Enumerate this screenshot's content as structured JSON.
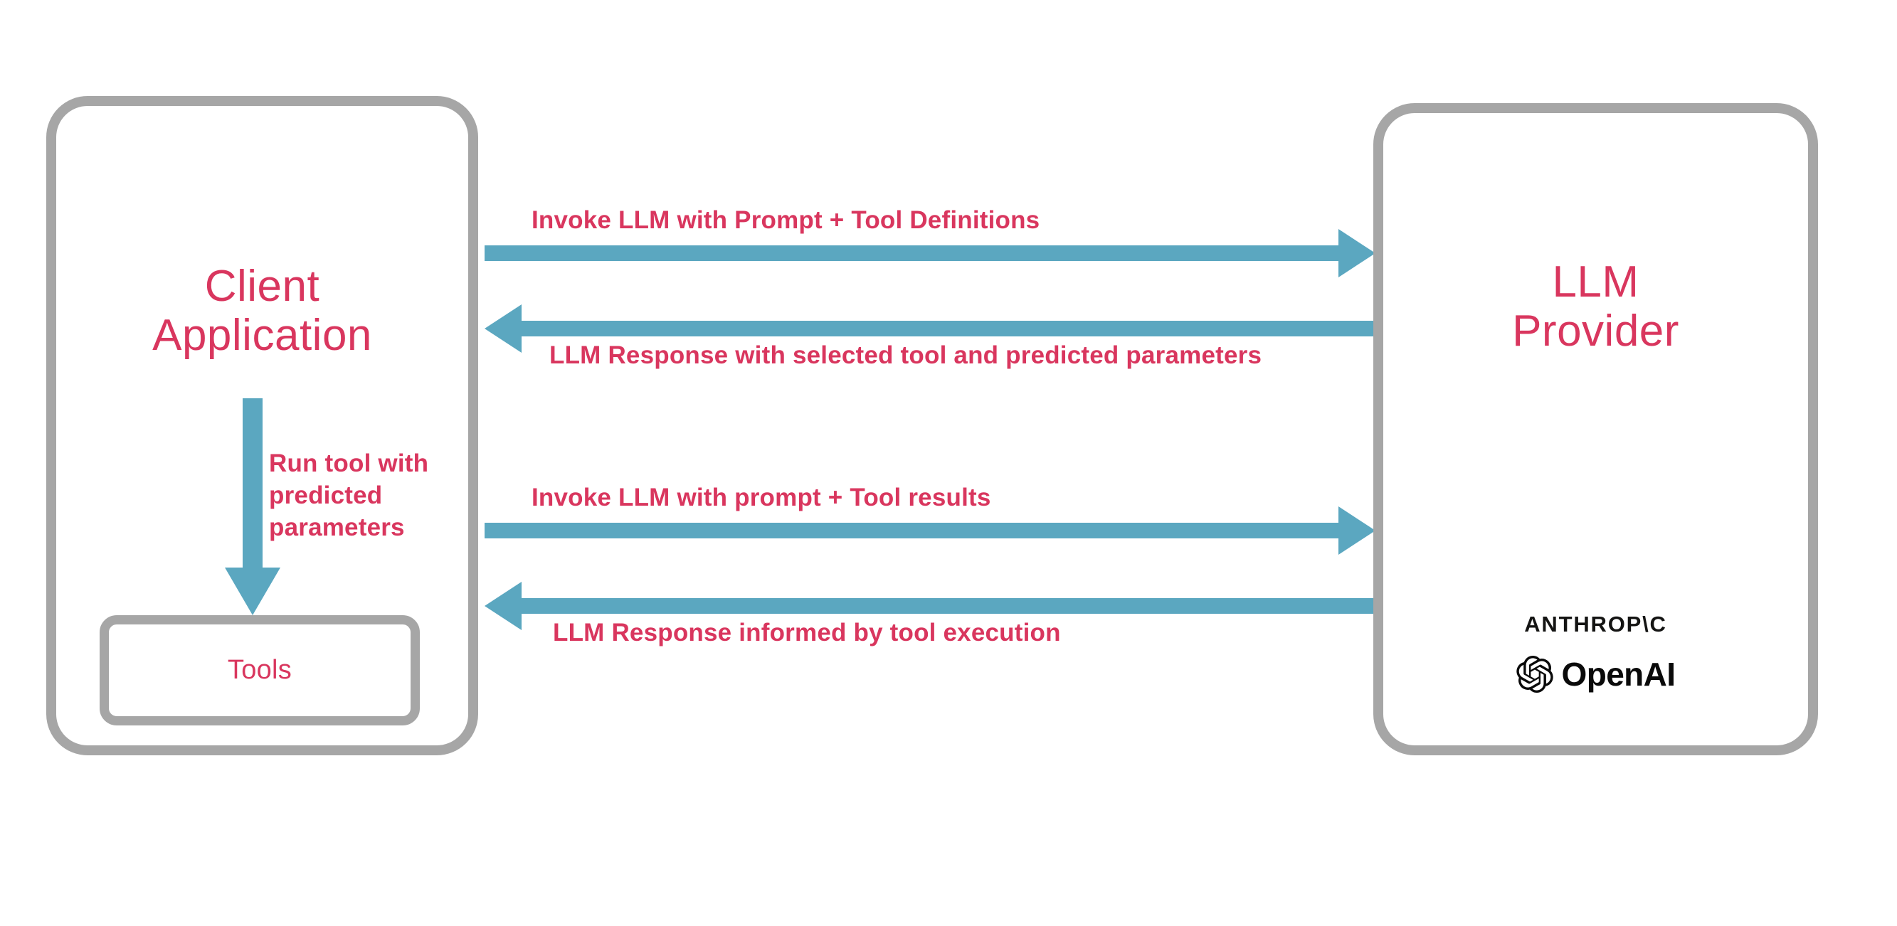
{
  "diagram": {
    "title": "LLM tool-calling sequence between client application and LLM provider",
    "colors": {
      "accent_pink": "#d9365e",
      "arrow_blue": "#5ba7c0",
      "box_gray": "#a6a6a6",
      "background": "#ffffff",
      "logo_black": "#141413"
    }
  },
  "client": {
    "title_line_1": "Client",
    "title_line_2": "Application",
    "tools_label": "Tools",
    "run_tool_label": "Run tool with predicted parameters"
  },
  "provider": {
    "title_line_1": "LLM",
    "title_line_2": "Provider",
    "logos": [
      {
        "name": "anthropic-logo",
        "text": "ANTHROP\\C"
      },
      {
        "name": "openai-logo",
        "text": "OpenAI"
      }
    ]
  },
  "arrows": [
    {
      "name": "invoke-llm-with-prompt-and-tool-definitions",
      "label": "Invoke LLM with Prompt + Tool Definitions",
      "direction": "right",
      "from": "Client Application",
      "to": "LLM Provider"
    },
    {
      "name": "llm-response-with-selected-tool",
      "label": "LLM Response with selected tool and predicted parameters",
      "direction": "left",
      "from": "LLM Provider",
      "to": "Client Application"
    },
    {
      "name": "invoke-llm-with-prompt-and-tool-results",
      "label": "Invoke LLM with prompt + Tool results",
      "direction": "right",
      "from": "Client Application",
      "to": "LLM Provider"
    },
    {
      "name": "llm-response-informed-by-tool-execution",
      "label": "LLM Response informed by tool execution",
      "direction": "left",
      "from": "LLM Provider",
      "to": "Client Application"
    },
    {
      "name": "run-tool-with-predicted-parameters",
      "label": "Run tool with predicted parameters",
      "direction": "down",
      "from": "Client Application",
      "to": "Tools"
    }
  ]
}
